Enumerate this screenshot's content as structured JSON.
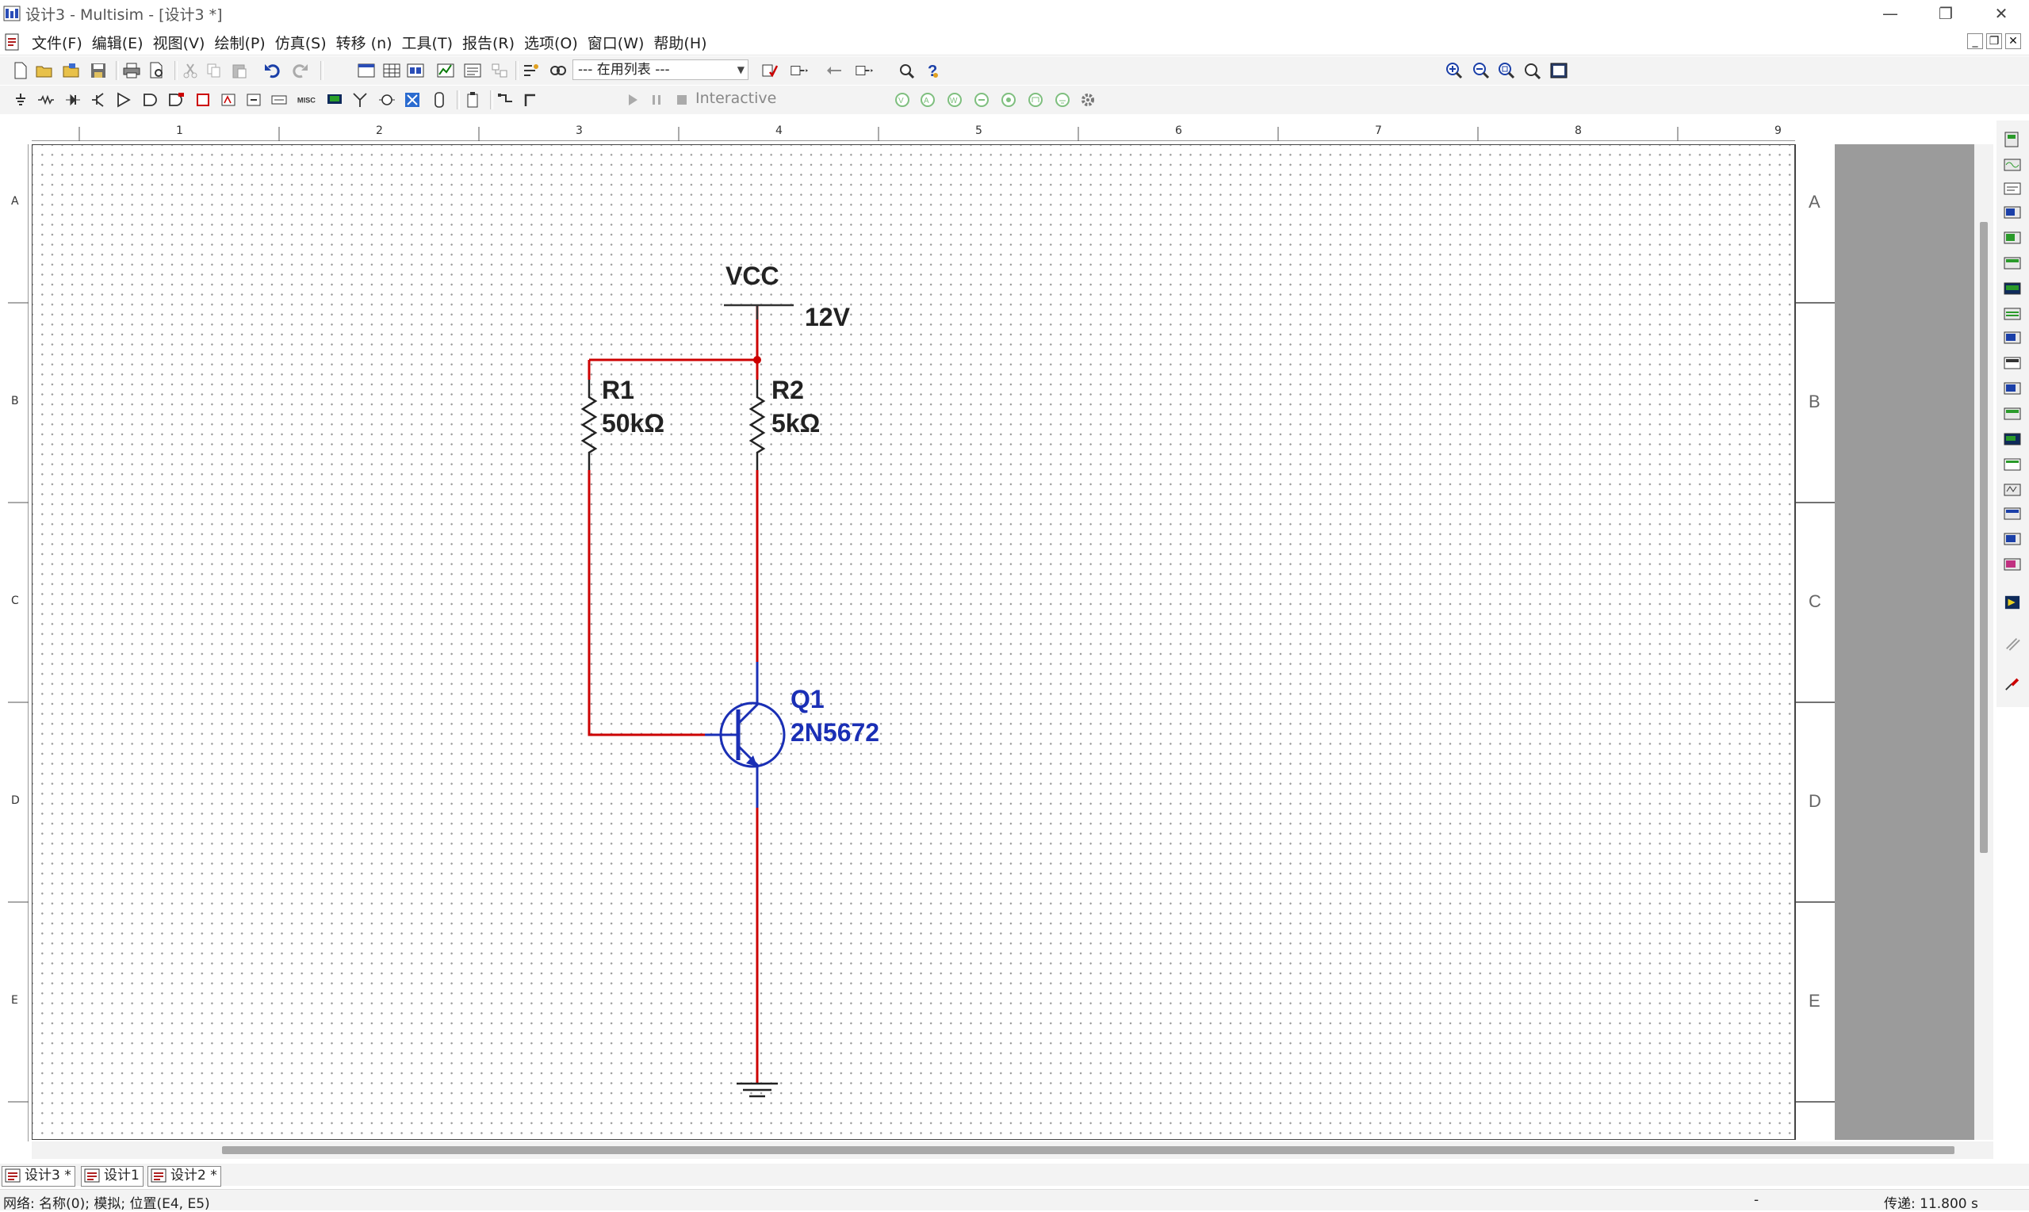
{
  "window": {
    "title": "设计3 - Multisim - [设计3 *]",
    "minimize_glyph": "—",
    "restore_glyph": "❐",
    "close_glyph": "✕"
  },
  "menubar": {
    "items": [
      "文件(F)",
      "编辑(E)",
      "视图(V)",
      "绘制(P)",
      "仿真(S)",
      "转移 (n)",
      "工具(T)",
      "报告(R)",
      "选项(O)",
      "窗口(W)",
      "帮助(H)"
    ],
    "mdi_minimize": "_",
    "mdi_restore": "❐",
    "mdi_close": "✕"
  },
  "toolbar": {
    "in_use_list": "--- 在用列表 ---",
    "simulation_mode": "Interactive"
  },
  "rulers": {
    "columns": [
      "1",
      "2",
      "3",
      "4",
      "5",
      "6",
      "7",
      "8",
      "9"
    ],
    "rows": [
      "A",
      "B",
      "C",
      "D",
      "E"
    ]
  },
  "schematic": {
    "vcc_label": "VCC",
    "vcc_voltage": "12V",
    "r1_ref": "R1",
    "r1_value": "50kΩ",
    "r2_ref": "R2",
    "r2_value": "5kΩ",
    "q1_ref": "Q1",
    "q1_model": "2N5672",
    "wire_color": "#cc0000",
    "transistor_color": "#1a2fb5"
  },
  "tabs": [
    "设计3 *",
    "设计1",
    "设计2 *"
  ],
  "statusbar": {
    "info": "网络: 名称(0); 模拟; 位置(E4, E5)",
    "dash": "-",
    "transfer": "传递: 11.800 s"
  }
}
